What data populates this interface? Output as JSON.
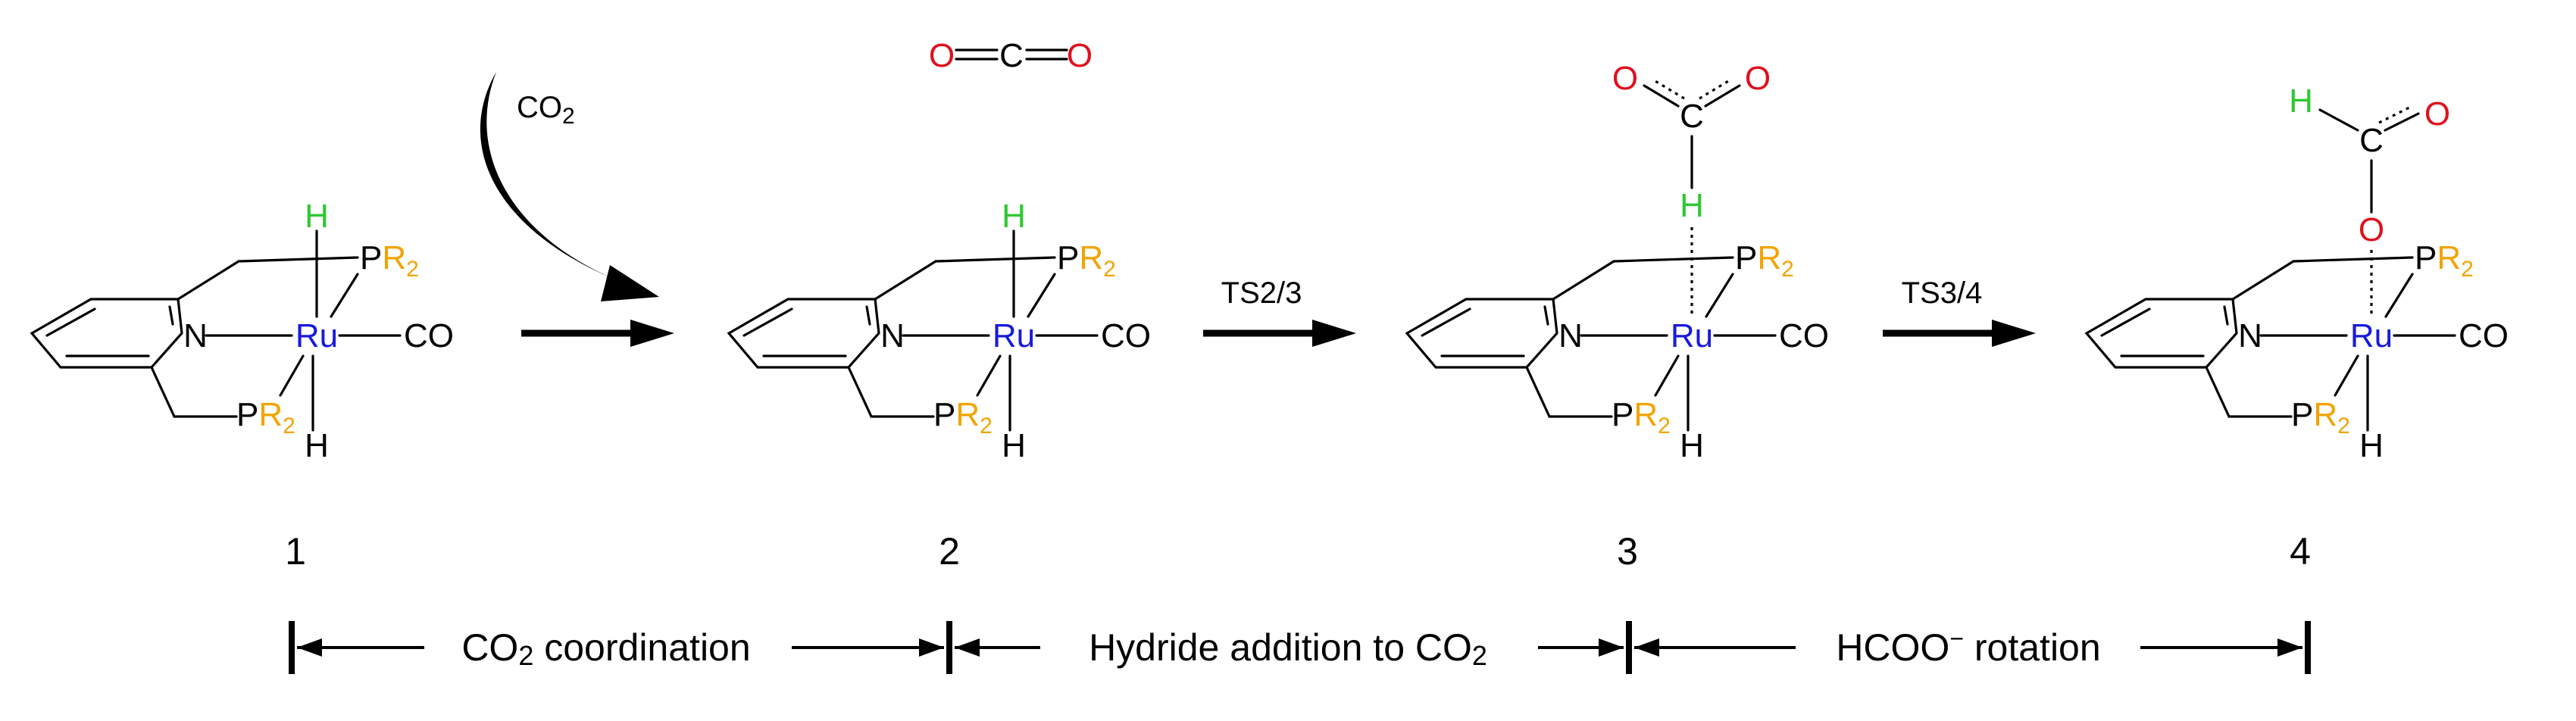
{
  "colors": {
    "ruthenium": "#1a1adc",
    "phosphorus_substituent": "#f2a400",
    "hydride": "#2ec832",
    "oxygen": "#e0101c",
    "bond": "#000000"
  },
  "atoms": {
    "N": "N",
    "Ru": "Ru",
    "CO": "CO",
    "P": "P",
    "R": "R",
    "sub2": "2",
    "H": "H",
    "O": "O",
    "C": "C"
  },
  "arrows": {
    "co2_curved_label": "CO",
    "co2_curved_label_sub": "2",
    "ts23": "TS2/3",
    "ts34": "TS3/4"
  },
  "compounds": [
    "1",
    "2",
    "3",
    "4"
  ],
  "stages": {
    "s1": {
      "main": "CO",
      "sub": "2",
      "rest": " coordination"
    },
    "s2": {
      "main": "Hydride addition to CO",
      "sub": "2"
    },
    "s3": {
      "main": "HCOO",
      "sup": "−",
      "rest": " rotation"
    }
  }
}
